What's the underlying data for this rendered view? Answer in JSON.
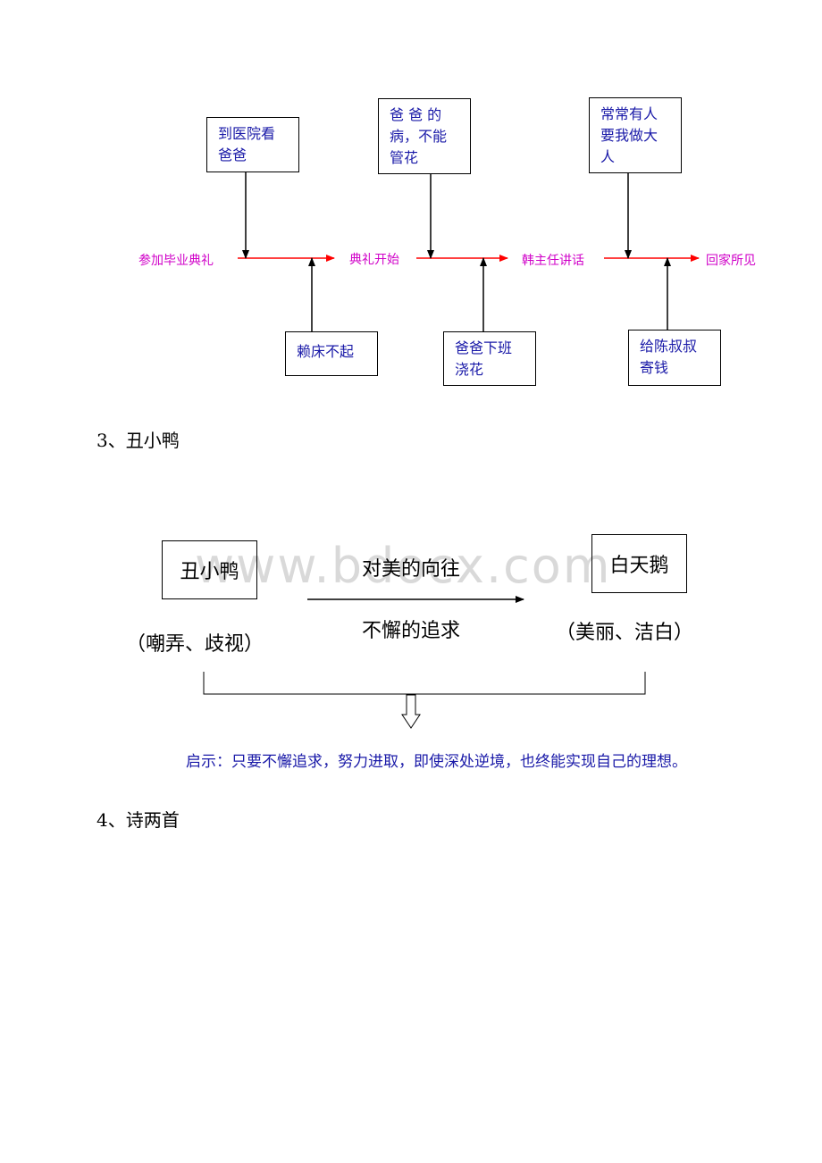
{
  "flow1": {
    "stages": [
      "参加毕业典礼",
      "典礼开始",
      "韩主任讲话",
      "回家所见"
    ],
    "top_boxes": [
      "到医院看爸爸",
      "爸 爸 的病，不能管花",
      "常常有人要我做大人"
    ],
    "bottom_boxes": [
      "赖床不起",
      "爸爸下班浇花",
      "给陈叔叔寄钱"
    ],
    "arrow_color": "#ff0000",
    "stage_color": "#d000c8",
    "box_text_color": "#1a1aa8"
  },
  "section3": {
    "heading": "3、丑小鸭",
    "left_box": "丑小鸭",
    "left_note": "（嘲弄、歧视）",
    "right_box": "白天鹅",
    "right_note": "（美丽、洁白）",
    "arrow_top": "对美的向往",
    "arrow_bottom": "不懈的追求",
    "insight": "启示：只要不懈追求，努力进取，即使深处逆境，也终能实现自己的理想。"
  },
  "watermark": "www.bdocx.com",
  "section4": {
    "heading": "4、诗两首"
  }
}
